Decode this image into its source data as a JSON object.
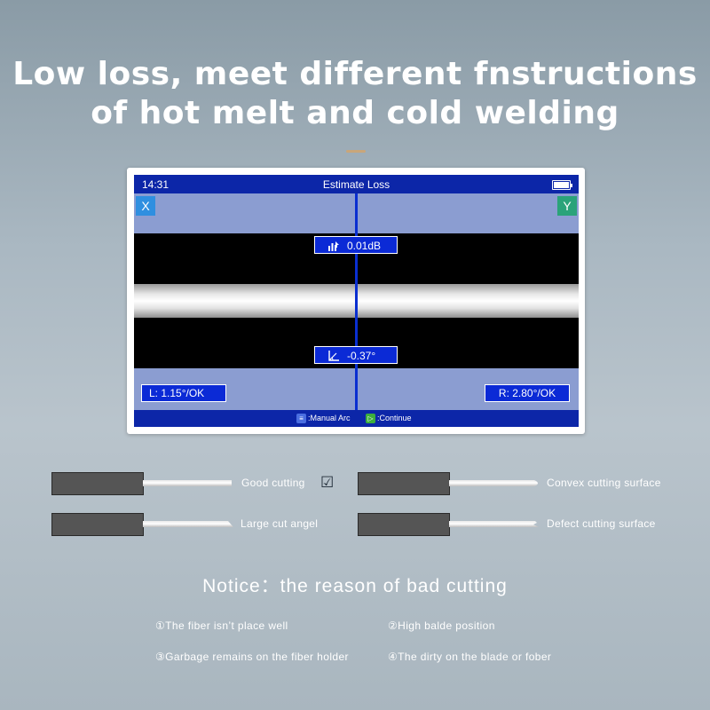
{
  "headline": {
    "line1": "Low loss,  meet different fnstructions",
    "line2": "of hot melt and cold welding"
  },
  "screen": {
    "time": "14:31",
    "title": "Estimate Loss",
    "axis_x": "X",
    "axis_y": "Y",
    "loss_value": "0.01dB",
    "angle_value": "-0.37°",
    "left_status": "L: 1.15°/OK",
    "right_status": "R: 2.80°/OK",
    "hint_manual": ":Manual Arc",
    "hint_continue": ":Continue",
    "colors": {
      "status_bar": "#0c26a8",
      "screen_bg": "#8b9dd1",
      "readout_bg": "#0b2ad6"
    }
  },
  "cutting": {
    "good": "Good cutting",
    "convex": "Convex cutting surface",
    "large_angle": "Large cut angel",
    "defect": "Defect cutting surface"
  },
  "notice": {
    "title": "Notice：the reason of bad cutting",
    "reasons": [
      "①The fiber isn’t place well",
      "②High balde position",
      "③Garbage remains on the fiber holder",
      "④The dirty on the blade or fober"
    ]
  }
}
